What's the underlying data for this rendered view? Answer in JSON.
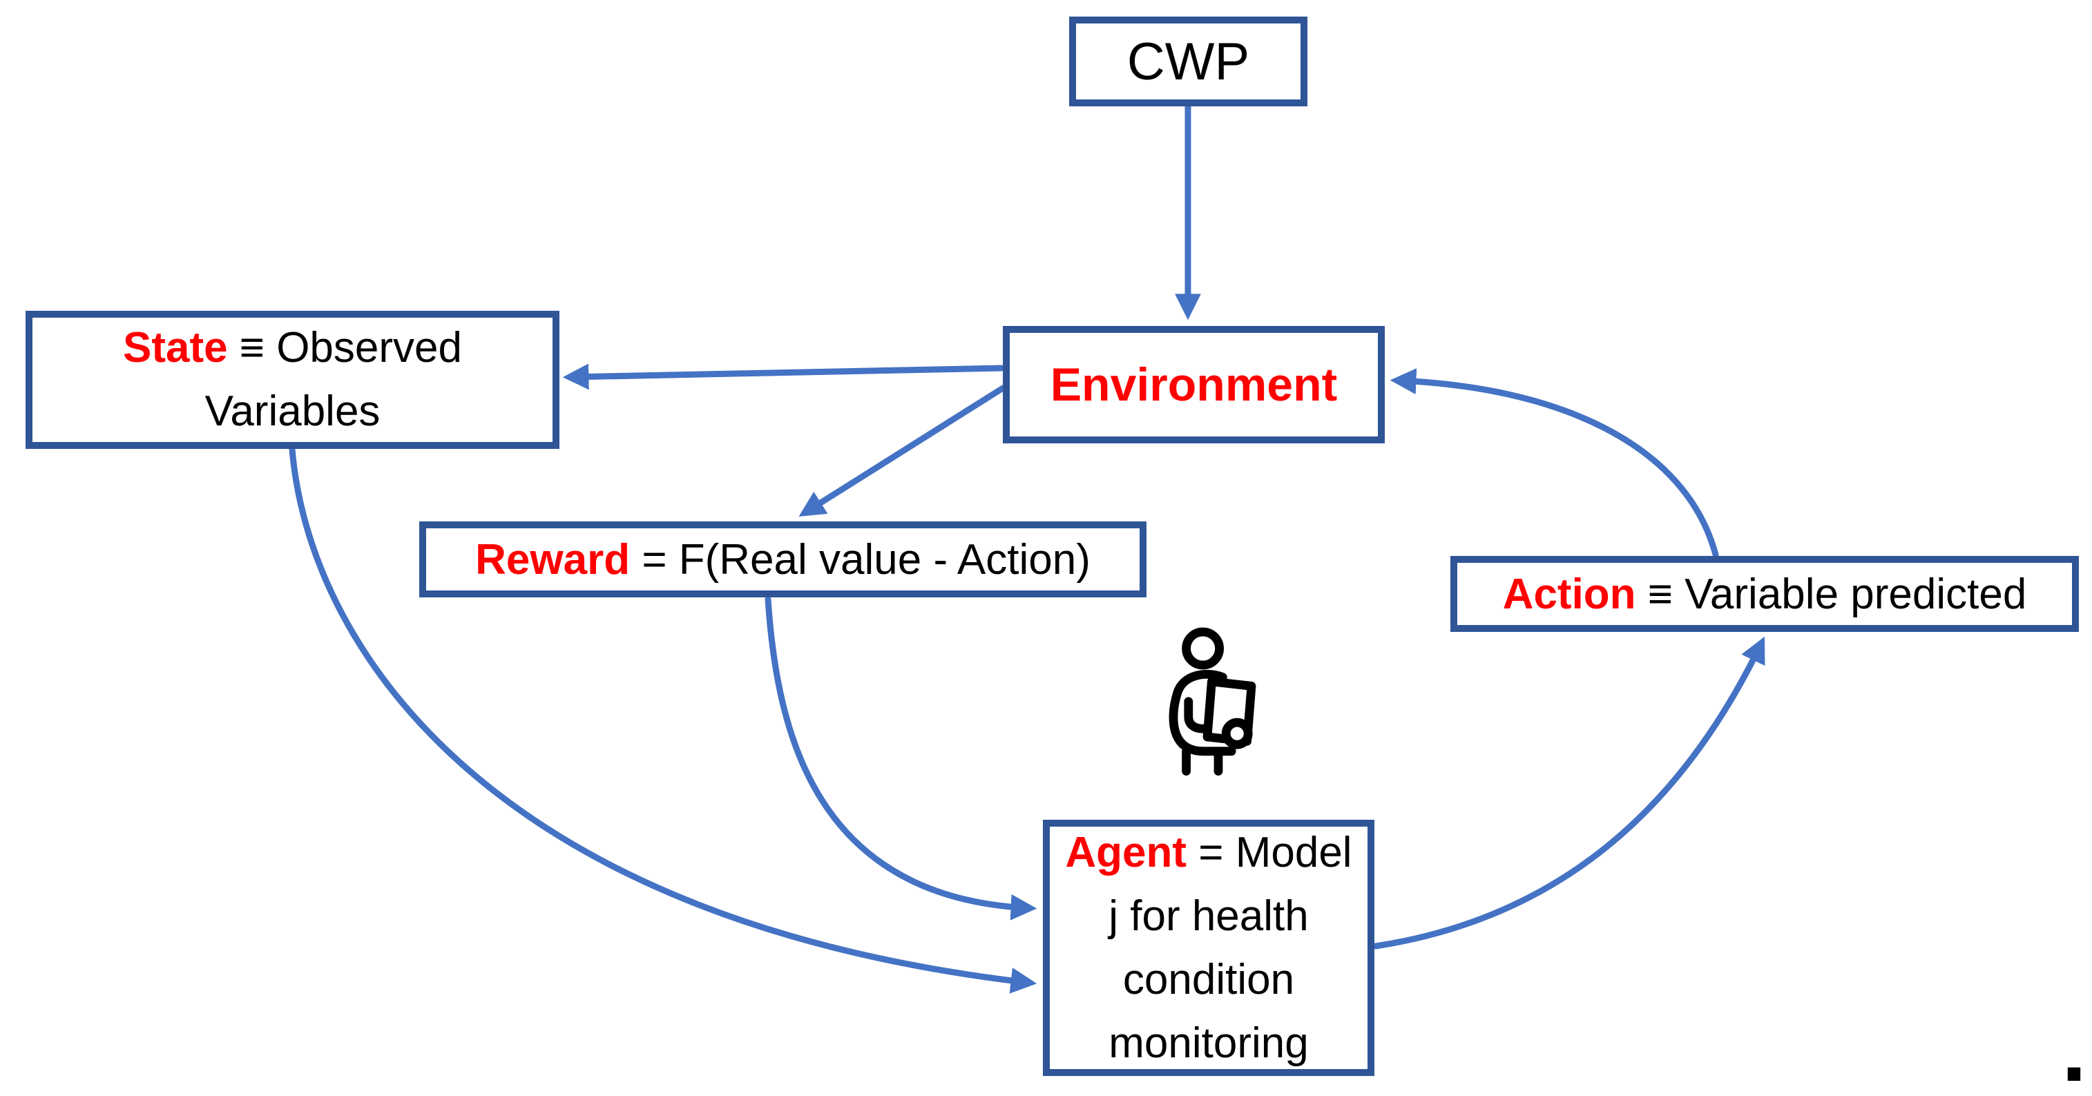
{
  "diagram": {
    "colors": {
      "box_border": "#2F5597",
      "arrow": "#4472C4",
      "keyword_red": "#FF0000",
      "text": "#000000",
      "background": "#FFFFFF"
    },
    "cwp_box": {
      "label": "CWP"
    },
    "environment_box": {
      "label": "Environment"
    },
    "state_box": {
      "keyword": "State",
      "line1_rest": " ≡ Observed",
      "line2": "Variables"
    },
    "reward_box": {
      "keyword": "Reward",
      "rest": " = F(Real value - Action)"
    },
    "action_box": {
      "keyword": "Action",
      "rest": " ≡ Variable predicted"
    },
    "agent_box": {
      "keyword": "Agent",
      "line1_rest": " = Model",
      "line2": "j for health",
      "line3": "condition",
      "line4": "monitoring"
    },
    "person_icon": "person-reading-document-icon",
    "footer_period": ".",
    "edges": [
      {
        "from": "CWP",
        "to": "Environment"
      },
      {
        "from": "Environment",
        "to": "State"
      },
      {
        "from": "Environment",
        "to": "Reward"
      },
      {
        "from": "State",
        "to": "Agent"
      },
      {
        "from": "Reward",
        "to": "Agent"
      },
      {
        "from": "Agent",
        "to": "Action"
      },
      {
        "from": "Action",
        "to": "Environment"
      }
    ]
  }
}
